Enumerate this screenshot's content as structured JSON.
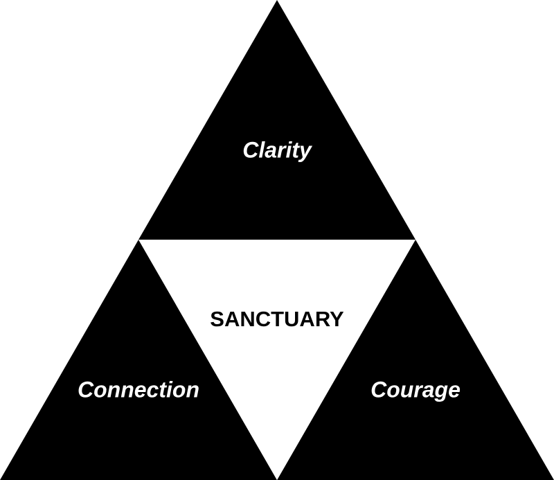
{
  "diagram": {
    "top_label": "Clarity",
    "left_label": "Connection",
    "right_label": "Courage",
    "center_label": "SANCTUARY"
  },
  "colors": {
    "triangle_fill": "#000000",
    "center_fill": "#ffffff",
    "outer_label": "#ffffff",
    "center_label": "#000000"
  }
}
